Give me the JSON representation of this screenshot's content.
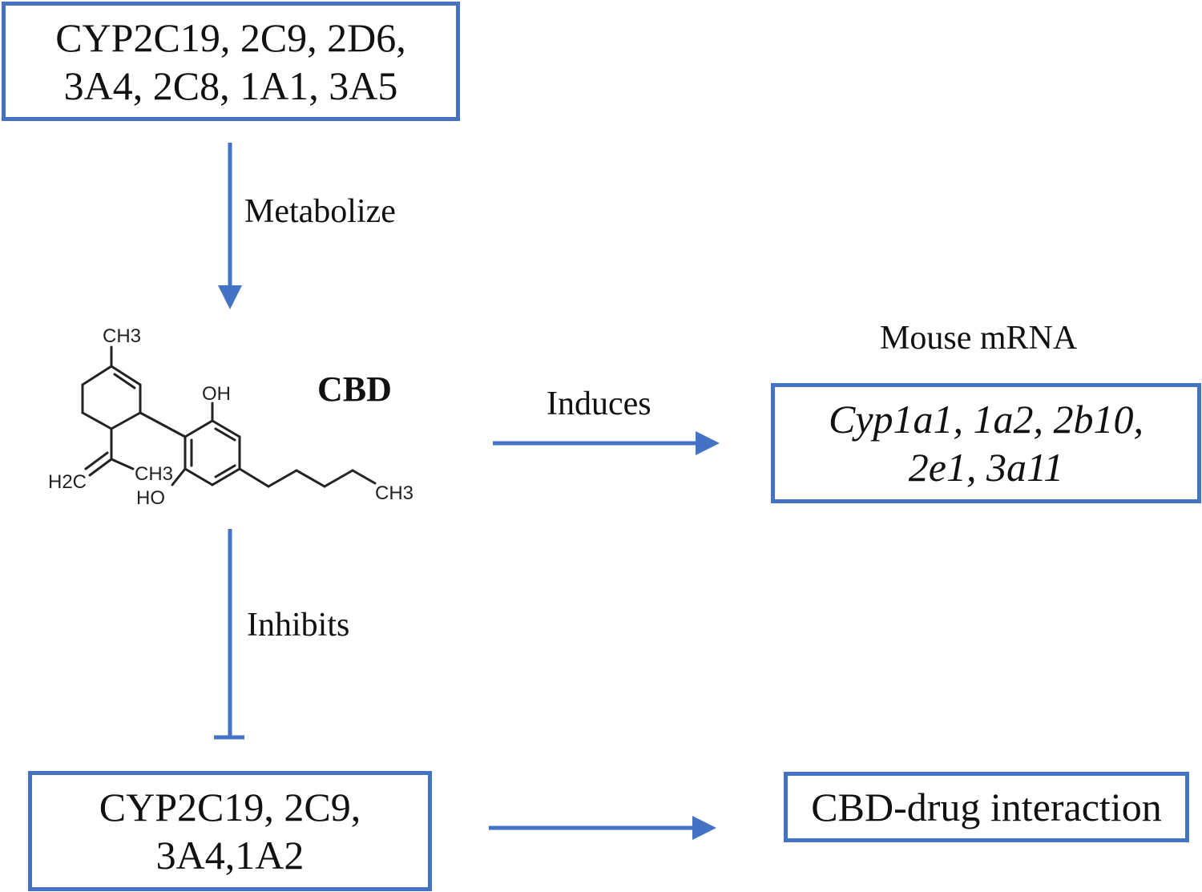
{
  "top_box": {
    "line1": "CYP2C19, 2C9, 2D6,",
    "line2": "3A4, 2C8, 1A1, 3A5"
  },
  "metabolize_label": "Metabolize",
  "cbd_label": "CBD",
  "molecule": {
    "ch3_top": "CH3",
    "oh": "OH",
    "h2c": "H2C",
    "ch3_mid": "CH3",
    "ho": "HO",
    "ch3_tail": "CH3"
  },
  "induces_label": "Induces",
  "mouse_title": "Mouse mRNA",
  "mouse_box": {
    "line1": "Cyp1a1, 1a2, 2b10,",
    "line2": "2e1, 3a11"
  },
  "inhibits_label": "Inhibits",
  "bottom_box": {
    "line1": "CYP2C19, 2C9,",
    "line2": "3A4,1A2"
  },
  "interaction_box": {
    "text": "CBD-drug interaction"
  },
  "colors": {
    "accent": "#4472C4"
  }
}
